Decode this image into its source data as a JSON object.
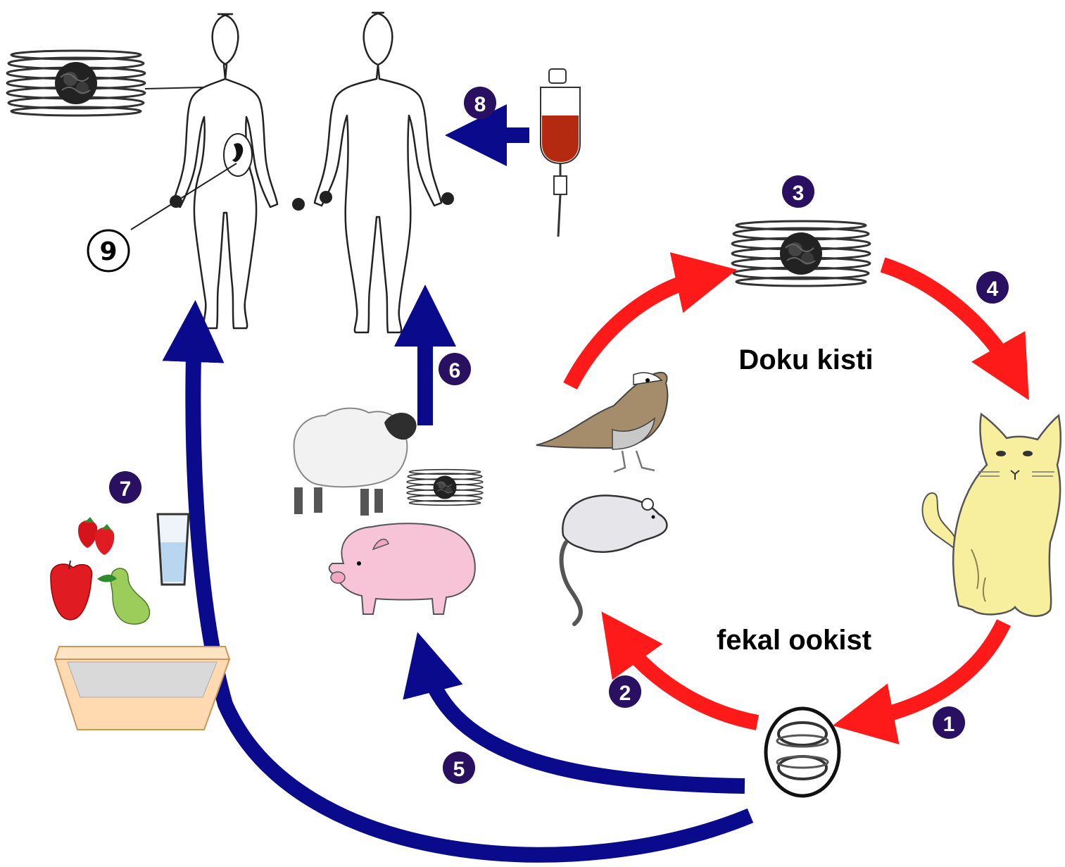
{
  "labels": {
    "tissue_cyst": "Doku kisti",
    "fecal_oocyst": "fekal ookist"
  },
  "steps": [
    "1",
    "2",
    "3",
    "4",
    "5",
    "6",
    "7",
    "8",
    "9"
  ],
  "colors": {
    "red_arrow": "#ff1a1a",
    "blue_arrow": "#0a0a8c",
    "badge": "#2a1060",
    "cat": "#f7ee9e",
    "pig": "#f7c3d6",
    "blood": "#b42a10"
  }
}
